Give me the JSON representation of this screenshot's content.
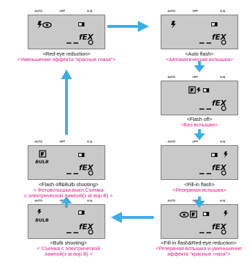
{
  "colors": {
    "arrow": "#3aaee6",
    "russian": "#e21a8a",
    "lcd": "#c9c9c9"
  },
  "panel_header": {
    "auto": "AUTO",
    "off": "OFF",
    "i4": "i4) &'"
  },
  "lcd_text": {
    "fex": "fEX",
    "bulb": "BULB"
  },
  "modes": [
    {
      "en": "<Red-eye reduction>",
      "ru": "<Уменьшение эффекта \"красные глаза\">"
    },
    {
      "en": "<Auto flash>",
      "ru": "<Автоматическая вспышка>"
    },
    {
      "en": "<Flash off>",
      "ru": "<Без вспышки>"
    },
    {
      "en": "<Fill-in flash>",
      "ru": "<Резервная вспышка>"
    },
    {
      "en": "<Flash off&Bulb shooting>",
      "ru1": "< Фотовспышка выкл.Съемка",
      "ru2": "с электрической лампой(з at вор B) >"
    },
    {
      "en": "<Bulb shooting>",
      "ru1": "< Съемка с электрической",
      "ru2": "лампой(з at вор B) >"
    },
    {
      "en": "<Fill-in flash&Red-eye reduction>",
      "ru1": "<Резервная вспышка и уменьшение",
      "ru2": "эффекта \"красные глаза\">"
    }
  ]
}
